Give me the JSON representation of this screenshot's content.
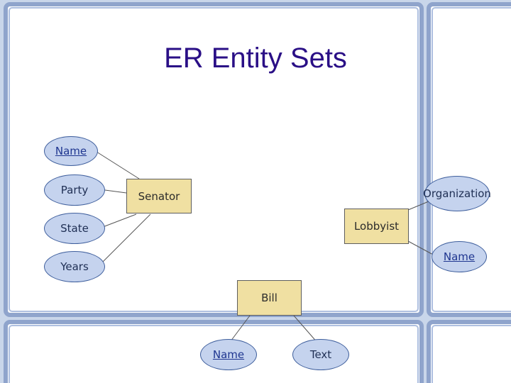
{
  "slide": {
    "title": "ER Entity Sets"
  },
  "attributes": {
    "senator_name": "Name",
    "senator_party": "Party",
    "senator_state": "State",
    "senator_years": "Years",
    "lobbyist_organization": "Organization",
    "lobbyist_name": "Name",
    "bill_name": "Name",
    "bill_text": "Text"
  },
  "entities": {
    "senator": "Senator",
    "lobbyist": "Lobbyist",
    "bill": "Bill"
  },
  "colors": {
    "title": "#2a0f86",
    "entity_fill": "#f0e0a2",
    "attribute_fill": "#c5d3ee",
    "key_text": "#1f3690"
  }
}
